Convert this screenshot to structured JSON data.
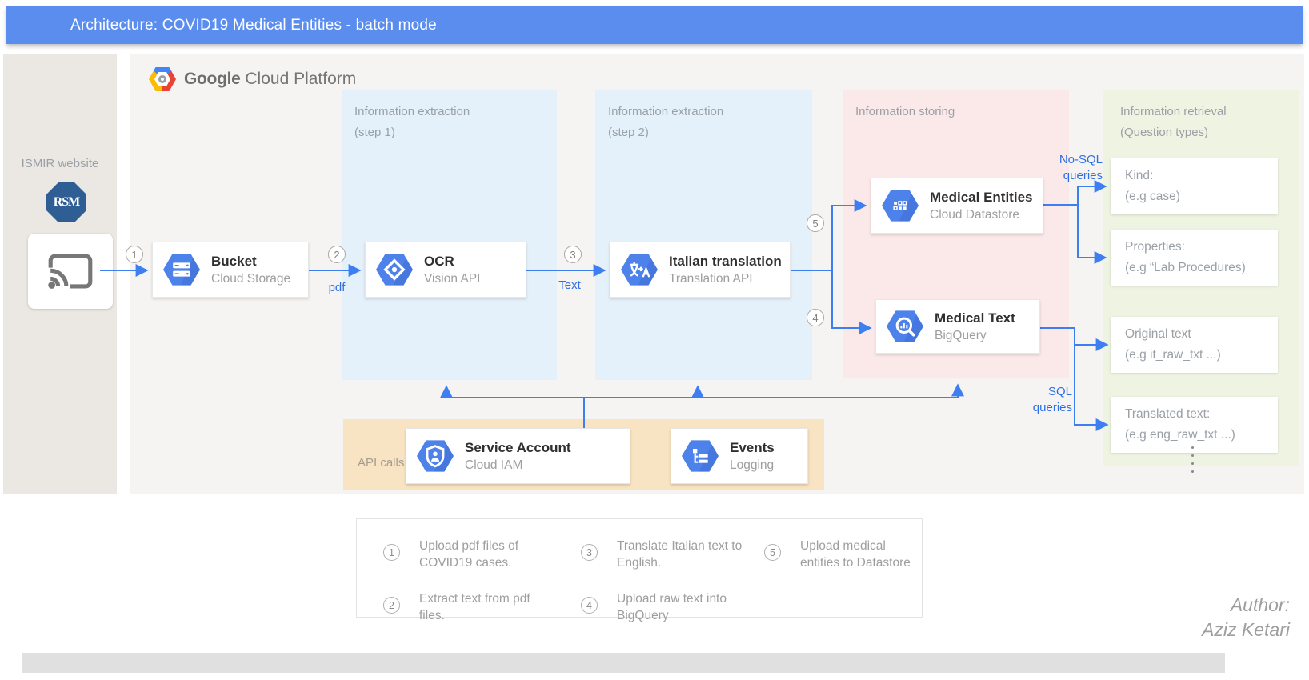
{
  "title_bar": {
    "title": "Architecture: COVID19 Medical Entities - batch mode"
  },
  "gcp_header": {
    "brand_primary": "Google",
    "brand_secondary": "Cloud Platform"
  },
  "sidebar": {
    "title": "ISMIR website",
    "rsm_logo_text": "RSM"
  },
  "panels": {
    "step1": {
      "title": "Information extraction",
      "subtitle": "(step 1)"
    },
    "step2": {
      "title": "Information extraction",
      "subtitle": "(step 2)"
    },
    "storing": {
      "title": "Information storing"
    },
    "retrieval": {
      "title": "Information retrieval",
      "subtitle": "(Question  types)"
    },
    "api_calls": {
      "title": "API calls"
    }
  },
  "nodes": {
    "bucket": {
      "title": "Bucket",
      "subtitle": "Cloud Storage",
      "icon": "cloud-storage-icon"
    },
    "ocr": {
      "title": "OCR",
      "subtitle": "Vision API",
      "icon": "vision-api-icon"
    },
    "translation": {
      "title": "Italian translation",
      "subtitle": "Translation API",
      "icon": "translate-icon"
    },
    "medical_entities": {
      "title": "Medical Entities",
      "subtitle": "Cloud Datastore",
      "icon": "datastore-icon"
    },
    "medical_text": {
      "title": "Medical Text",
      "subtitle": "BigQuery",
      "icon": "bigquery-icon"
    },
    "service_account": {
      "title": "Service Account",
      "subtitle": "Cloud IAM",
      "icon": "iam-shield-icon"
    },
    "events": {
      "title": "Events",
      "subtitle": "Logging",
      "icon": "logging-icon"
    }
  },
  "retrieval_cards": [
    {
      "line1": "Kind:",
      "line2": "(e.g case)"
    },
    {
      "line1": "Properties:",
      "line2": "(e.g “Lab Procedures)"
    },
    {
      "line1": "Original text",
      "line2": "(e.g it_raw_txt ...)"
    },
    {
      "line1": "Translated text:",
      "line2": "(e.g eng_raw_txt ...)"
    }
  ],
  "flow_labels": {
    "n1": "1",
    "n2": "2",
    "n3": "3",
    "n4": "4",
    "n5": "5",
    "pdf": "pdf",
    "text": "Text",
    "nosql_l1": "No-SQL",
    "nosql_l2": "queries",
    "sql_l1": "SQL",
    "sql_l2": "queries"
  },
  "legend": {
    "items": [
      {
        "num": "1",
        "text": "Upload pdf files of COVID19 cases."
      },
      {
        "num": "2",
        "text": "Extract text from pdf files."
      },
      {
        "num": "3",
        "text": "Translate Italian text to English."
      },
      {
        "num": "4",
        "text": "Upload raw text into BigQuery"
      },
      {
        "num": "5",
        "text": "Upload medical entities to Datastore"
      }
    ]
  },
  "author": {
    "line1": "Author:",
    "line2": "Aziz Ketari"
  },
  "colors": {
    "title_bar_blue": "#5b8def",
    "arrow_blue": "#3d7ef0",
    "label_blue": "#2f6fe4",
    "hexagon_blue": "#4c82ea",
    "panel_blue": "#e4f0fa",
    "panel_pink": "#fbe9e9",
    "panel_green": "#eef3e2",
    "panel_tan": "#f8e3c2",
    "sidebar_beige": "#ebe7e2",
    "canvas_gray": "#f5f4f2"
  }
}
